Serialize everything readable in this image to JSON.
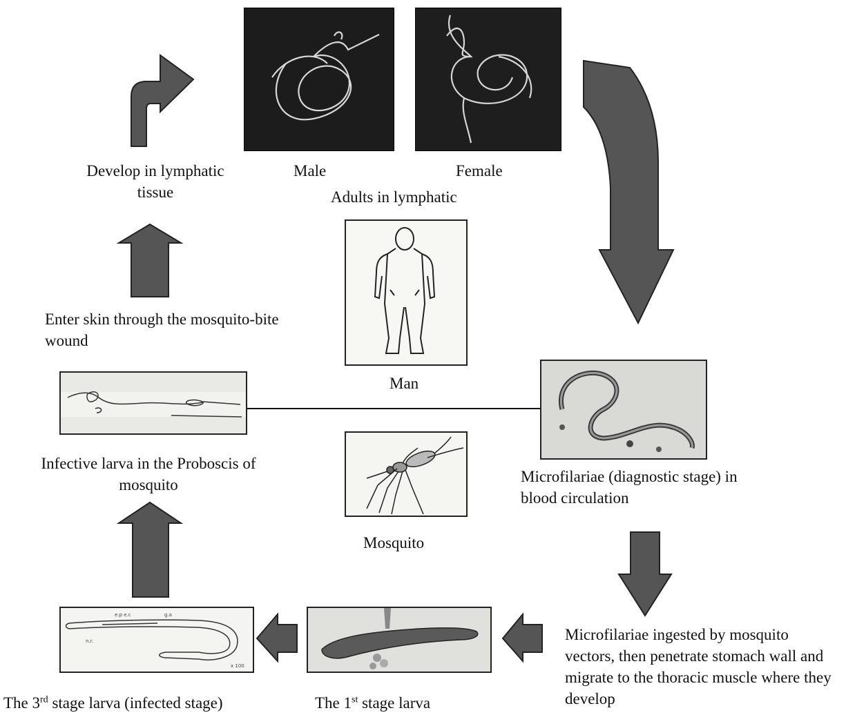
{
  "labels": {
    "develop": "Develop in lymphatic tissue",
    "male": "Male",
    "female": "Female",
    "adults": "Adults in lymphatic",
    "enter_skin": "Enter skin through the mosquito-bite wound",
    "man": "Man",
    "infective": "Infective larva in the Proboscis of mosquito",
    "microfilariae": "Microfilariae (diagnostic stage) in blood circulation",
    "mosquito": "Mosquito",
    "ingested": "Microfilariae ingested by mosquito vectors, then penetrate stomach wall and migrate to the thoracic muscle where they develop",
    "third_pre": "The 3",
    "third_sup": "rd",
    "third_post": " stage larva (infected stage)",
    "first_pre": "The 1",
    "first_sup": "st",
    "first_post": " stage larva"
  },
  "icons": [
    "curved-arrow-up-right-icon",
    "curved-arrow-down-icon",
    "arrow-up-icon",
    "arrow-down-icon",
    "arrow-left-icon"
  ],
  "colors": {
    "arrow_fill": "#555555",
    "arrow_stroke": "#222222",
    "photo_dark": "#1a1a1a",
    "photo_light": "#e6e6e6"
  }
}
